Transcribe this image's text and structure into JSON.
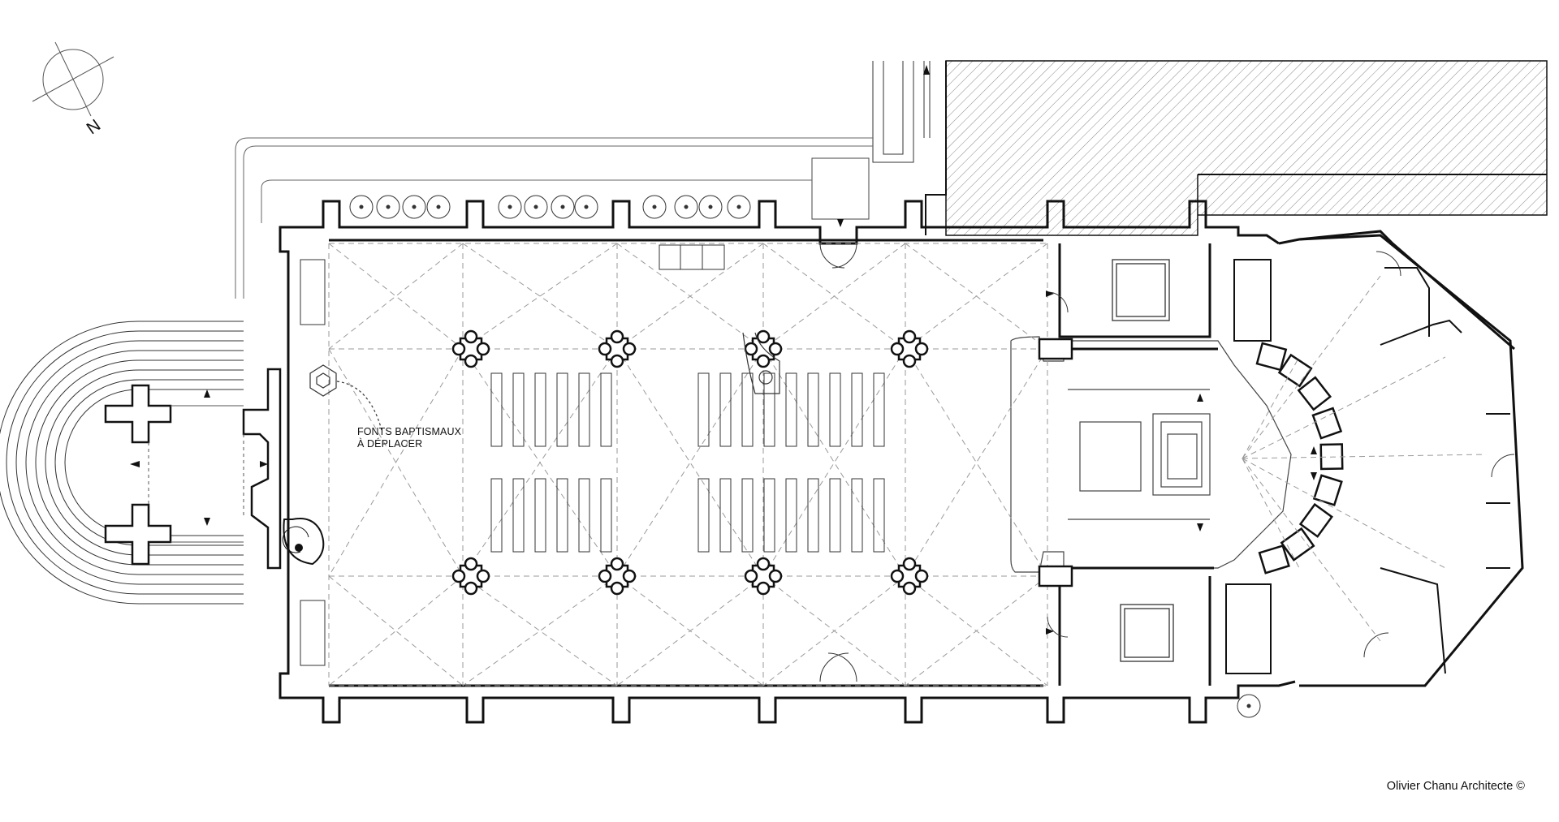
{
  "north_label": "N",
  "annotation": {
    "line1": "FONTS BAPTISMAUX",
    "line2": "À DÉPLACER"
  },
  "credit": "Olivier Chanu Architecte ©",
  "colors": {
    "ink": "#111111",
    "hatch": "#777777",
    "guide": "#9a9a9a"
  }
}
